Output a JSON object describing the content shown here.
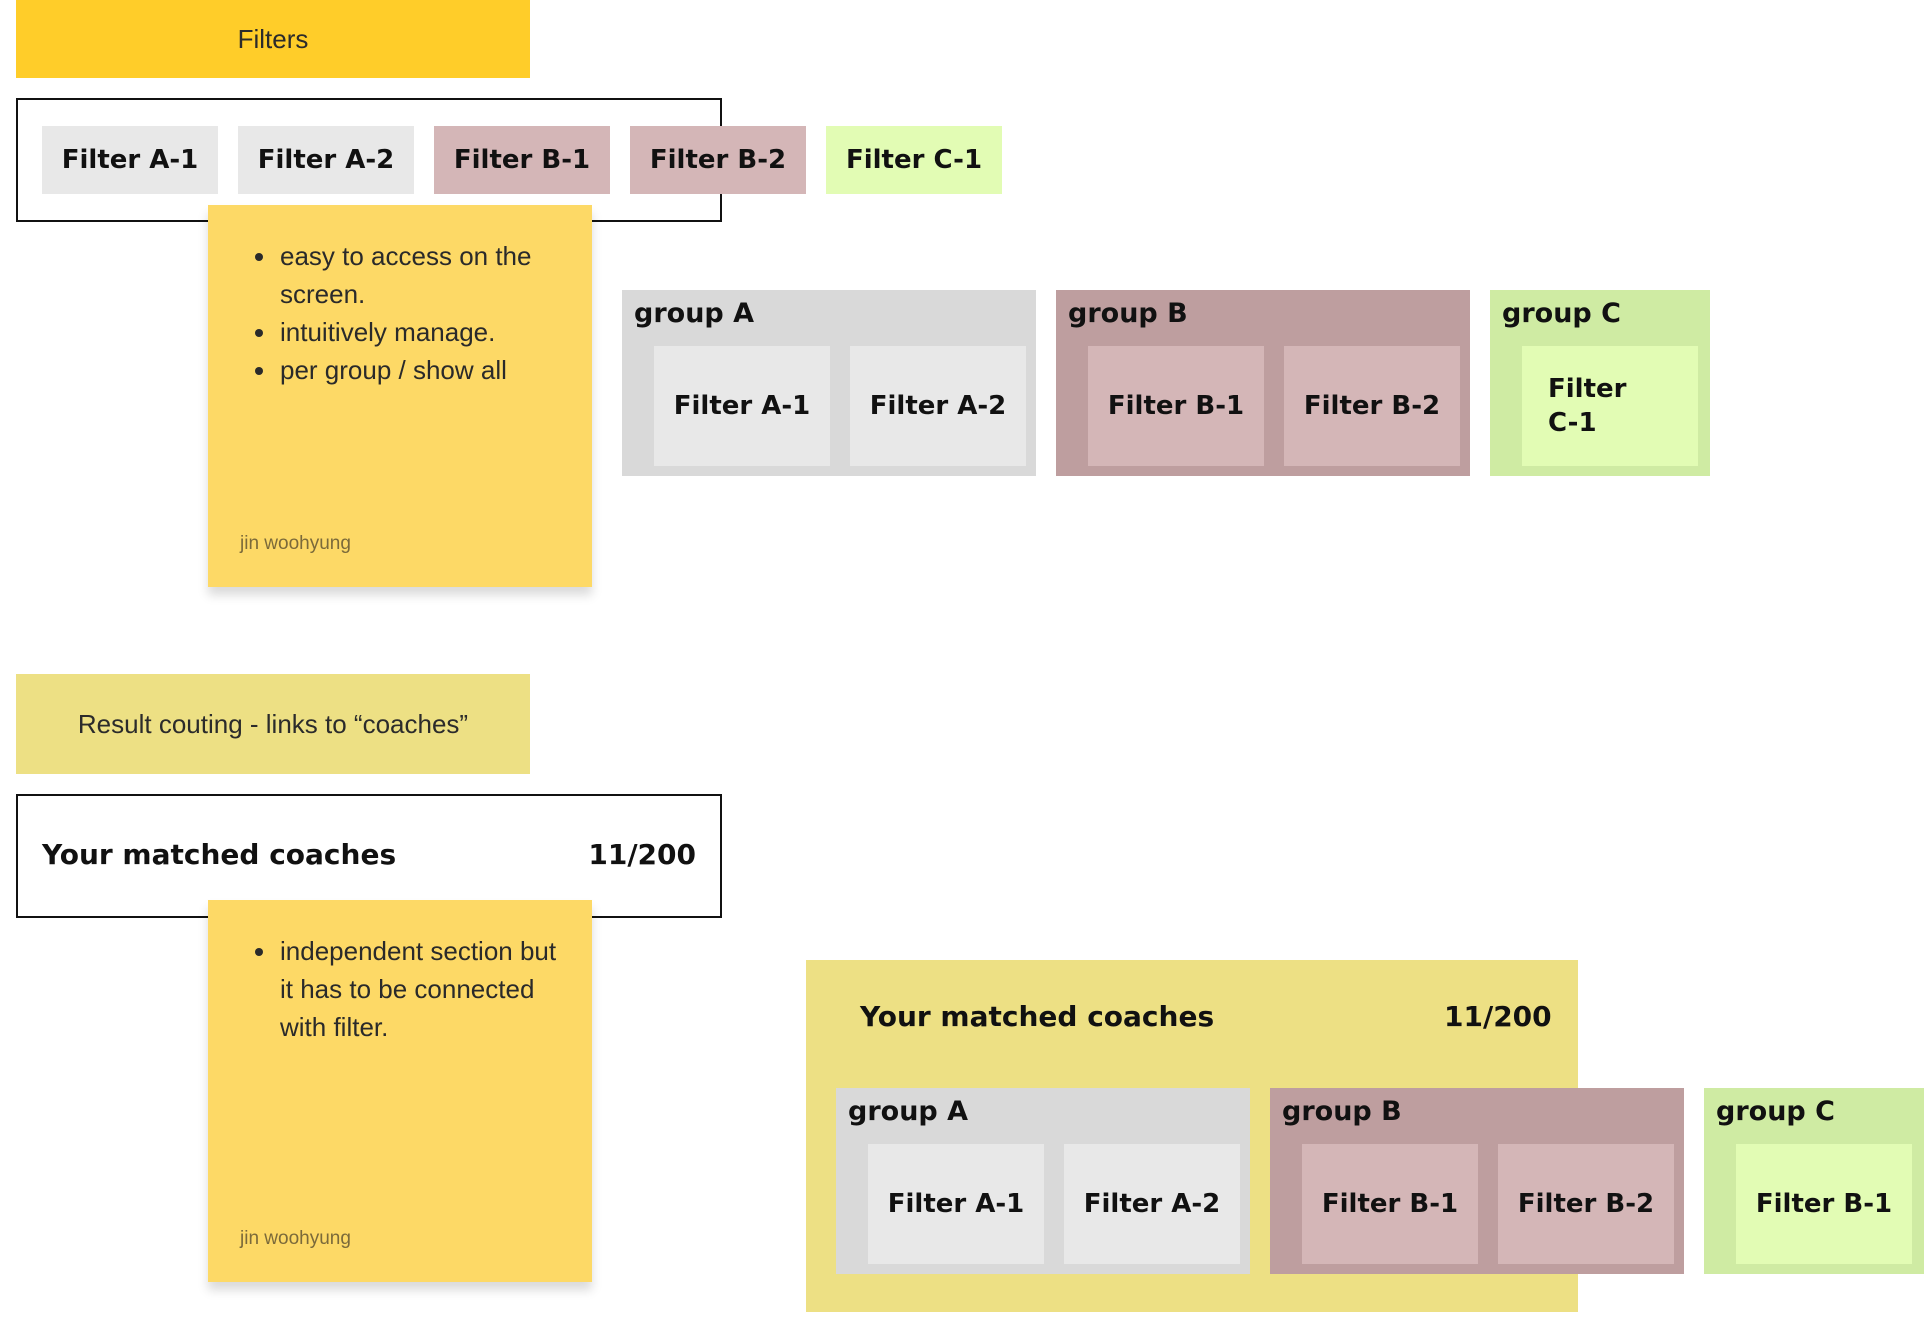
{
  "colors": {
    "filters_label_bg": "#FFCD29",
    "result_label_bg": "#EDE084",
    "sticky_bg": "#FDD966",
    "group_a_bg": "#D9D9D9",
    "chip_a_bg": "#E8E8E8",
    "group_b_bg": "#BE9E9F",
    "chip_b_bg": "#D4B6B7",
    "group_c_bg": "#CFEBA3",
    "chip_c_bg": "#E2FCB4",
    "panel_bg": "#EDE084"
  },
  "filters_section": {
    "label": "Filters",
    "chips": [
      "Filter A-1",
      "Filter A-2",
      "Filter B-1",
      "Filter B-2",
      "Filter C-1"
    ]
  },
  "filter_note": {
    "bullets": [
      "easy to access on the screen.",
      "intuitively manage.",
      "per group / show all"
    ],
    "author": "jin woohyung"
  },
  "groups_top": {
    "group_a": {
      "title": "group A",
      "items": [
        "Filter A-1",
        "Filter A-2"
      ]
    },
    "group_b": {
      "title": "group B",
      "items": [
        "Filter B-1",
        "Filter B-2"
      ]
    },
    "group_c": {
      "title": "group C",
      "items": [
        "Filter C-1"
      ]
    }
  },
  "result_section": {
    "label": "Result couting - links to “coaches”",
    "title": "Your matched coaches",
    "count": "11/200"
  },
  "result_note": {
    "bullets": [
      "independent section but it has to be connected with filter."
    ],
    "author": "jin woohyung"
  },
  "combined_panel": {
    "title": "Your matched coaches",
    "count": "11/200",
    "group_a": {
      "title": "group A",
      "items": [
        "Filter A-1",
        "Filter A-2"
      ]
    },
    "group_b": {
      "title": "group B",
      "items": [
        "Filter B-1",
        "Filter B-2"
      ]
    },
    "group_c": {
      "title": "group C",
      "items": [
        "Filter B-1"
      ]
    }
  }
}
